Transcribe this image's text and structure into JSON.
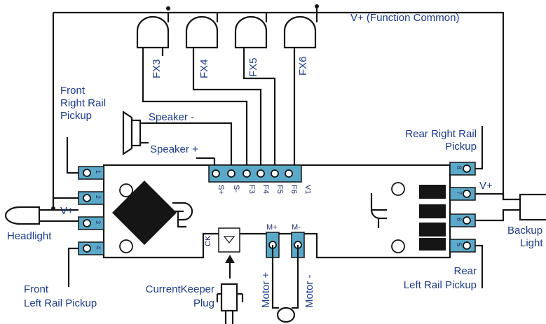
{
  "labels": {
    "v_plus_common": "V+ (Function Common)",
    "fx3": "FX3",
    "fx4": "FX4",
    "fx5": "FX5",
    "fx6": "FX6",
    "front_right_pickup": [
      "Front",
      "Right Rail",
      "Pickup"
    ],
    "speaker_minus": "Speaker -",
    "speaker_plus": "Speaker +",
    "v_plus_left": "V+",
    "headlight": "Headlight",
    "front_left_pickup": [
      "Front",
      "Left Rail Pickup"
    ],
    "currentkeeper_plug": [
      "CurrentKeeper",
      "Plug"
    ],
    "motor_plus": "Motor +",
    "motor_minus": "Motor -",
    "rear_right_pickup": [
      "Rear Right Rail",
      "Pickup"
    ],
    "v_plus_right": "V+",
    "backup_light": [
      "Backup",
      "Light"
    ],
    "rear_left_pickup": [
      "Rear",
      "Left Rail Pickup"
    ]
  },
  "board": {
    "top_pins": [
      "S+",
      "S-",
      "F3",
      "F4",
      "F5",
      "F6",
      "V1"
    ],
    "left_pin_numbers": [
      "1",
      "2",
      "3",
      "4"
    ],
    "right_pin_numbers": [
      "8",
      "7",
      "6",
      "5"
    ],
    "ck_label": "CK",
    "motor_pins": [
      "M+",
      "M-"
    ]
  },
  "colors": {
    "terminal": "#5aa9c8",
    "label_text": "#1b3a8c",
    "wire": "#151515"
  }
}
